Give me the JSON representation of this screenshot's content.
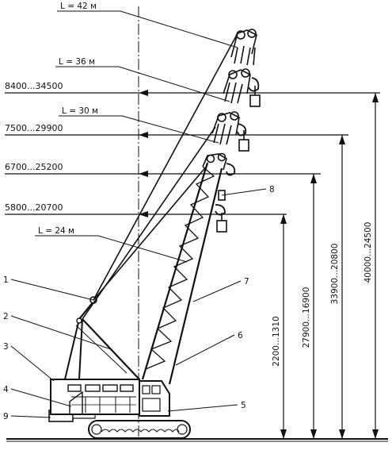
{
  "boom_labels": [
    "L = 42 м",
    "L = 36 м",
    "L = 30 м",
    "L = 24 м"
  ],
  "radius_ranges": [
    "8400...34500",
    "7500...29900",
    "6700...25200",
    "5800...20700"
  ],
  "height_ranges": [
    "2200...1310",
    "27900...16900",
    "33900...20800",
    "40000...24500"
  ],
  "parts": [
    "1",
    "2",
    "3",
    "4",
    "5",
    "6",
    "7",
    "8",
    "9"
  ]
}
